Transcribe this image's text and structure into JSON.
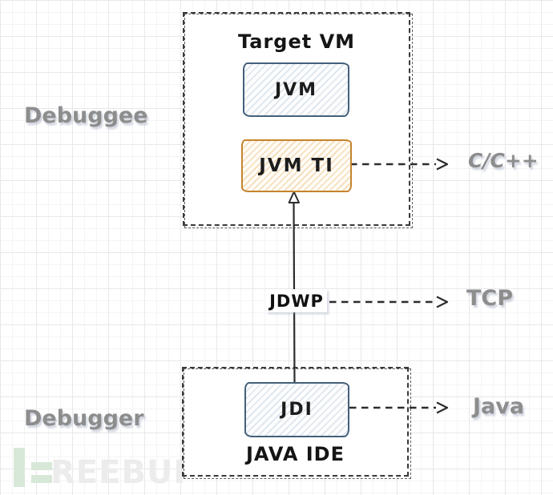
{
  "labels": {
    "debuggee": "Debuggee",
    "debugger": "Debugger",
    "target_vm": "Target VM",
    "jvm": "JVM",
    "jvm_ti": "JVM TI",
    "jdwp": "JDWP",
    "jdi": "JDI",
    "java_ide": "JAVA IDE",
    "c_cpp": "C/C++",
    "tcp": "TCP",
    "java": "Java"
  },
  "connections": [
    {
      "from": "JDI",
      "to": "JVM TI",
      "via": "JDWP",
      "style": "solid-arrow-up"
    },
    {
      "from": "JVM TI",
      "to": "C/C++",
      "style": "dashed-arrow-right"
    },
    {
      "from": "JDWP",
      "to": "TCP",
      "style": "dashed-arrow-right"
    },
    {
      "from": "JDI",
      "to": "Java",
      "style": "dashed-arrow-right"
    }
  ],
  "watermark": {
    "text": "REEBUF"
  },
  "colors": {
    "jvm_border": "#44607b",
    "jvm_hatch": "#dce5ec",
    "jvmti_border": "#c5842e",
    "jvmti_hatch": "#f6dfc0",
    "line": "#2d2d2d",
    "gray_label": "#8d8d8d",
    "watermark_green": "#d8e8d8",
    "watermark_gray": "#ececec"
  }
}
